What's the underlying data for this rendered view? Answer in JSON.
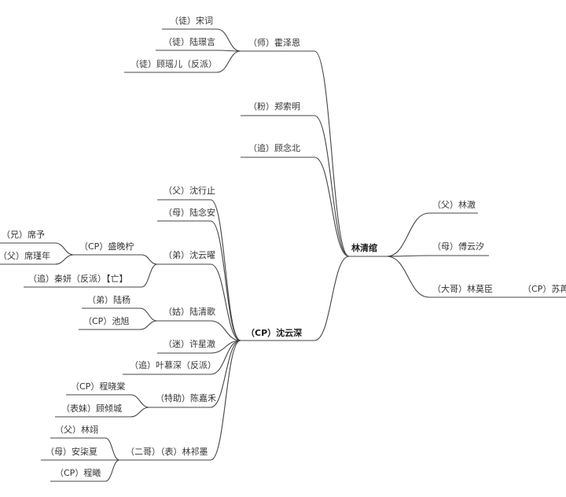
{
  "mindmap": {
    "root": "林清绾",
    "nodes": {
      "n_teacher": "（师）霍泽恩",
      "n_t_song": "（徒）宋词",
      "n_t_lu": "（徒）陆璟言",
      "n_t_gu": "（徒）顾瑶儿（反派）",
      "n_fan": "（粉）郑索明",
      "n_chase": "（追）顾念北",
      "n_cp": "（CP）沈云深",
      "n_cp_father": "（父）沈行止",
      "n_cp_mother": "（母）陆念安",
      "n_cp_brother": "（弟）沈云曜",
      "n_b_cp": "（CP）盛晚柠",
      "n_b_cp_bro": "（兄）席予",
      "n_b_cp_father": "（父）席瑾年",
      "n_b_chase": "（追）秦妍（反派）【亡】",
      "n_cp_aunt": "（姑）陆清歌",
      "n_a_brother": "（弟）陆杨",
      "n_a_cp": "（CP）池旭",
      "n_cp_fan": "（迷）许星澈",
      "n_cp_chase": "（追）叶慕深（反派）",
      "n_cp_assist": "（特助）陈嘉禾",
      "n_as_cp": "（CP）程晓棠",
      "n_as_cousin": "（表妹）顾倾城",
      "n_cp_second": "（二哥）（表）林祁墨",
      "n_s_father": "（父）林翊",
      "n_s_mother": "（母）安柒夏",
      "n_s_cp": "（CP）程曦",
      "n_father": "（父）林澈",
      "n_mother": "（母）傅云汐",
      "n_elder": "（大哥）林莫臣",
      "n_e_cp": "（CP）苏苒"
    }
  }
}
